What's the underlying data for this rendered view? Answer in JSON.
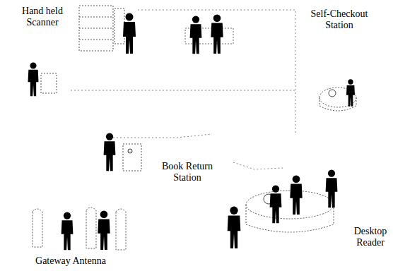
{
  "diagram": {
    "labels": [
      "Hand held Scanner",
      "Self-Checkout Station",
      "Book Return Station",
      "Desktop Reader",
      "Gateway Antenna"
    ]
  }
}
